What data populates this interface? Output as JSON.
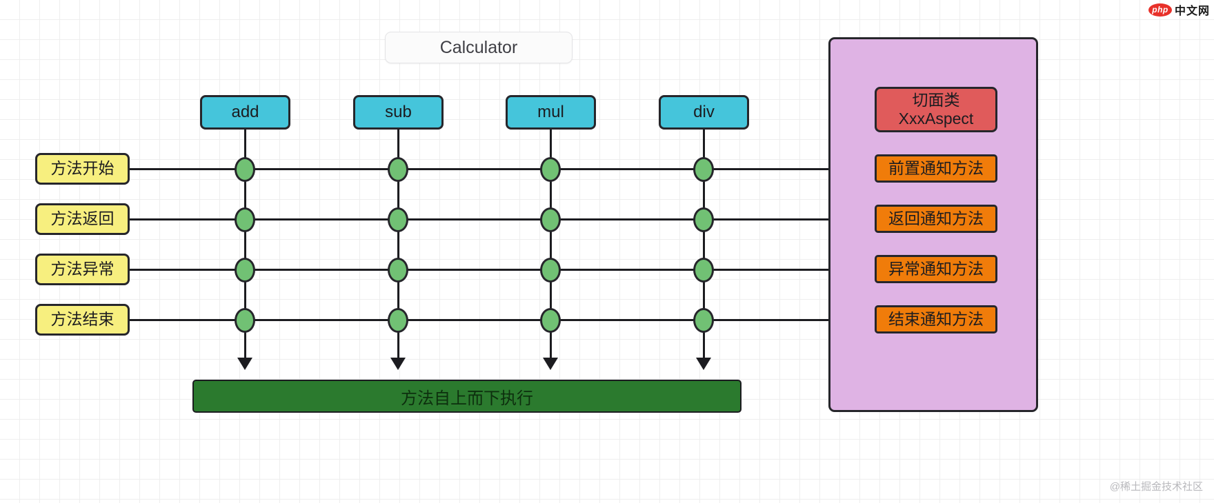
{
  "diagram": {
    "title": "Calculator",
    "target_methods": [
      {
        "label": "add"
      },
      {
        "label": "sub"
      },
      {
        "label": "mul"
      },
      {
        "label": "div"
      }
    ],
    "lifecycle_stages": [
      {
        "label": "方法开始"
      },
      {
        "label": "方法返回"
      },
      {
        "label": "方法异常"
      },
      {
        "label": "方法结束"
      }
    ],
    "aspect": {
      "title_line1": "切面类",
      "title_line2": "XxxAspect",
      "advices": [
        {
          "label": "前置通知方法"
        },
        {
          "label": "返回通知方法"
        },
        {
          "label": "异常通知方法"
        },
        {
          "label": "结束通知方法"
        }
      ]
    },
    "flow_bar": {
      "label": "方法自上而下执行"
    }
  },
  "watermarks": {
    "php": {
      "logo_text": "php",
      "text": "中文网"
    },
    "juejin": {
      "text": "@稀土掘金技术社区"
    }
  },
  "colors": {
    "method_box": "#45c5db",
    "stage_box": "#f7ef7f",
    "aspect_panel": "#dfb3e4",
    "aspect_title": "#e05b5b",
    "advice_box": "#f07c0a",
    "flow_bar": "#2b7a2e",
    "join_point_dot": "#71c174",
    "stroke": "#1c1c20"
  }
}
